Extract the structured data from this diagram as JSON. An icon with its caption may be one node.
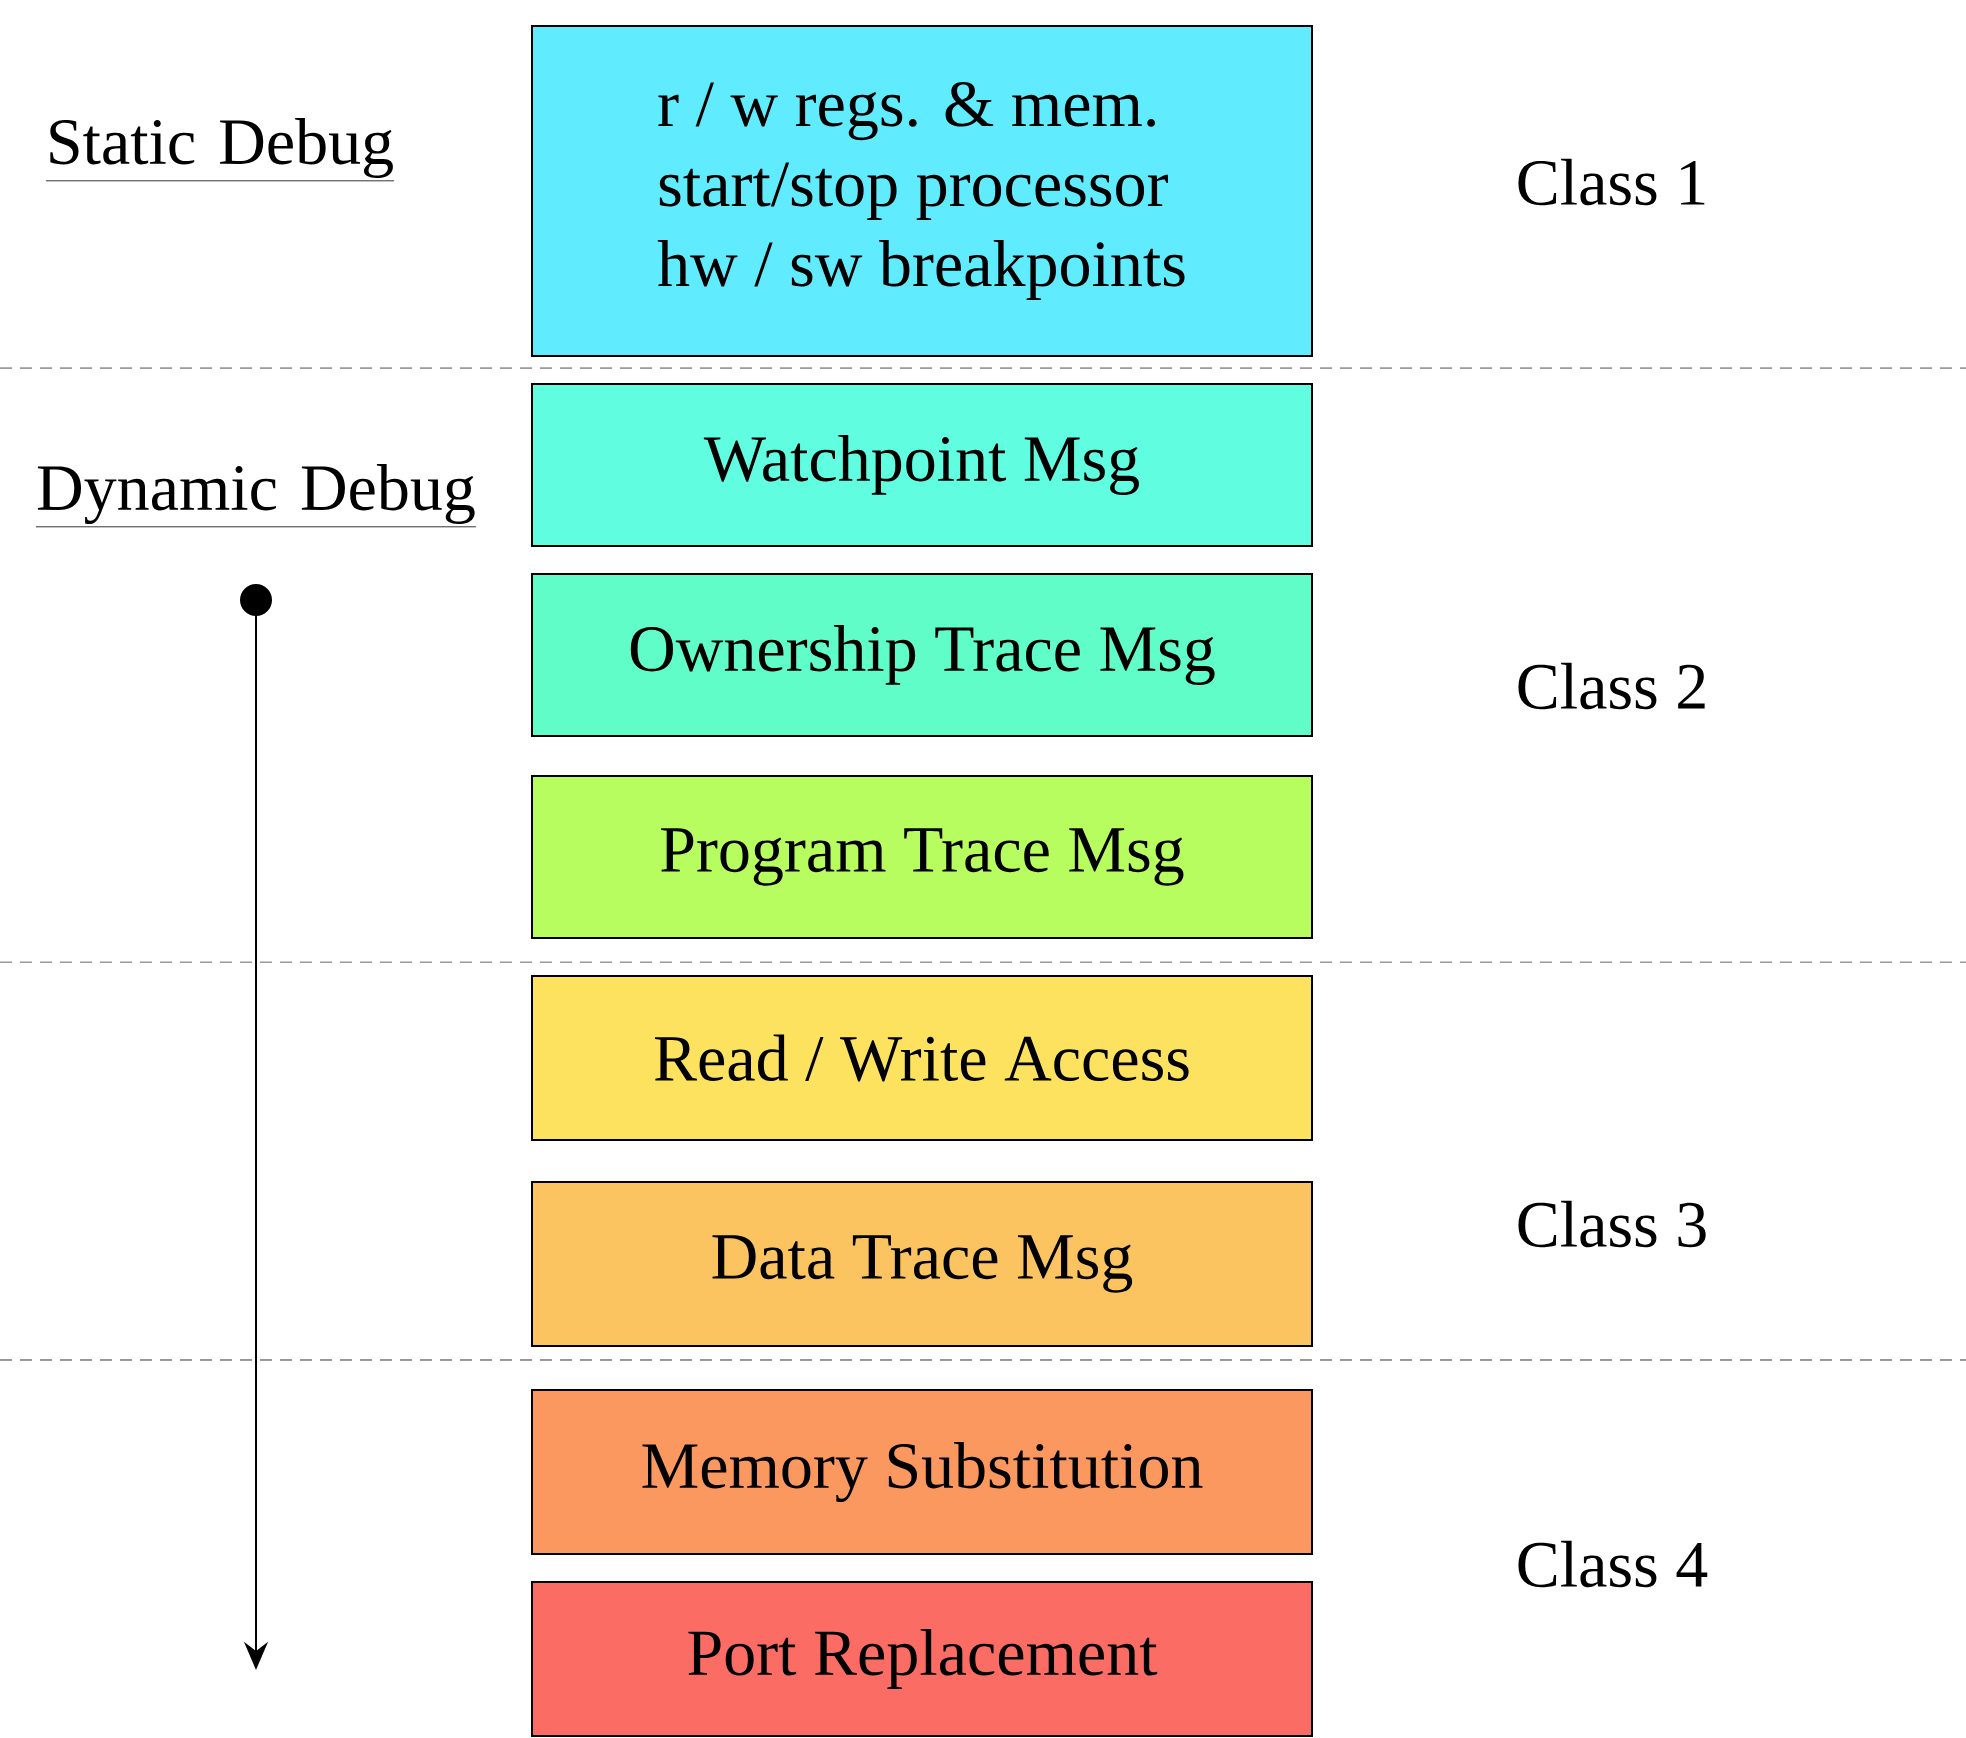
{
  "diagram": {
    "nodes": [
      {
        "text": [
          "r / w regs. & mem.",
          "start/stop processor",
          "hw / sw breakpoints"
        ]
      },
      {
        "text": [
          "Watchpoint Msg"
        ]
      },
      {
        "text": [
          "Ownership Trace Msg"
        ]
      },
      {
        "text": [
          "Program Trace Msg"
        ]
      },
      {
        "text": [
          "Read / Write Access"
        ]
      },
      {
        "text": [
          "Data Trace Msg"
        ]
      },
      {
        "text": [
          "Memory Substitution"
        ]
      },
      {
        "text": [
          "Port Replacement"
        ]
      }
    ],
    "edges": [],
    "labels": [
      "Static Debug",
      "Class 1",
      "Dynamic Debug",
      "Class 2",
      "Class 3",
      "Class 4"
    ]
  }
}
